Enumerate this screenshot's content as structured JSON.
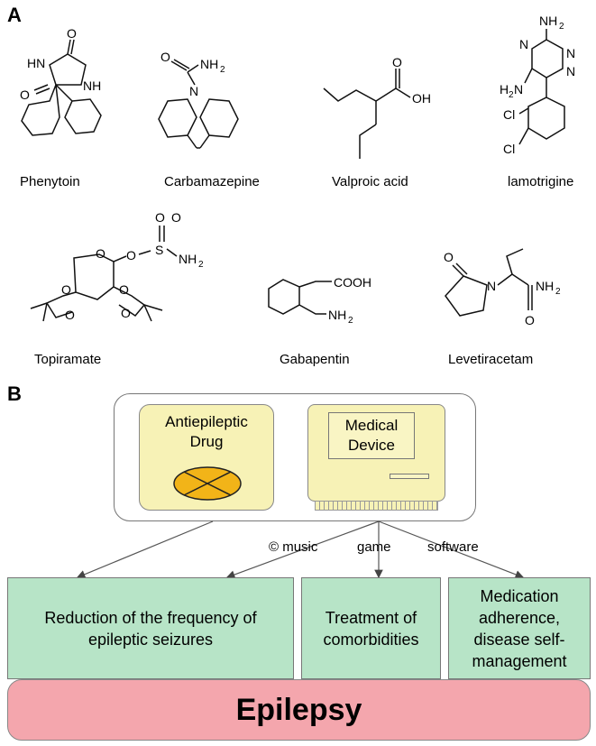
{
  "panelA": {
    "letter": "A",
    "drugs": [
      {
        "name": "Phenytoin"
      },
      {
        "name": "Carbamazepine"
      },
      {
        "name": "Valproic acid"
      },
      {
        "name": "lamotrigine"
      },
      {
        "name": "Topiramate"
      },
      {
        "name": "Gabapentin"
      },
      {
        "name": "Levetiracetam"
      }
    ],
    "atoms": {
      "hn": "HN",
      "nh": "NH",
      "o": "O",
      "n": "N",
      "nh2": "NH",
      "oh": "OH",
      "h2n": "H",
      "cl": "Cl",
      "cooh": "COOH",
      "s": "S",
      "sub2": "2"
    }
  },
  "panelB": {
    "letter": "B",
    "drug_box": {
      "line1": "Antiepileptic",
      "line2": "Drug"
    },
    "device_box": {
      "line1": "Medical",
      "line2": "Device"
    },
    "channels": [
      {
        "label": "© music"
      },
      {
        "label": "game"
      },
      {
        "label": "software"
      }
    ],
    "outcomes": [
      {
        "lines": [
          "Reduction of the frequency of",
          "epileptic seizures"
        ]
      },
      {
        "lines": [
          "Treatment of",
          "comorbidities"
        ]
      },
      {
        "lines": [
          "Medication",
          "adherence,",
          "disease self-",
          "management"
        ]
      }
    ],
    "base": {
      "label": "Epilepsy"
    },
    "colors": {
      "drug_fill": "#f7f2b6",
      "pill_fill": "#f2b418",
      "outcome_fill": "#b7e4c7",
      "base_fill": "#f4a6ad"
    }
  }
}
